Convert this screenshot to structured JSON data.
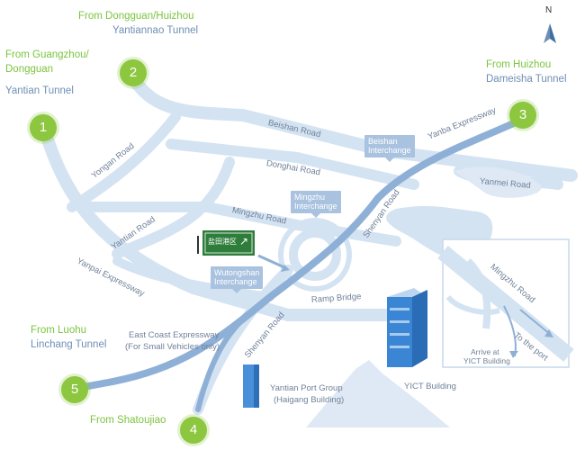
{
  "compass": {
    "label": "N"
  },
  "entries": [
    {
      "number": "1",
      "line1": "From Guangzhou/",
      "line2": "Dongguan",
      "tunnel": "Yantian Tunnel"
    },
    {
      "number": "2",
      "line1": "From Dongguan/Huizhou",
      "tunnel": "Yantiannao Tunnel"
    },
    {
      "number": "3",
      "line1": "From Huizhou",
      "tunnel": "Dameisha Tunnel"
    },
    {
      "number": "4",
      "line1": "From Shatoujiao"
    },
    {
      "number": "5",
      "line1": "From Luohu",
      "tunnel": "Linchang Tunnel"
    }
  ],
  "roads": {
    "beishan": "Beishan Road",
    "donghai": "Donghai Road",
    "yongan": "Yongan Road",
    "yanba": "Yanba Expressway",
    "yanmei": "Yanmei Road",
    "mingzhu": "Mingzhu Road",
    "yantian": "Yantian Road",
    "shenyan_upper": "Shenyan Road",
    "yanpai": "Yanpai Expressway",
    "ramp": "Ramp Bridge",
    "shenyan_lower": "Shenyan Road",
    "east_coast_1": "East Coast Expressway",
    "east_coast_2": "(For Small Vehicles only)"
  },
  "interchanges": {
    "beishan": {
      "line1": "Beishan",
      "line2": "Interchange"
    },
    "mingzhu": {
      "line1": "Mingzhu",
      "line2": "Interchange"
    },
    "wutongshan": {
      "line1": "Wutongshan",
      "line2": "Interchange"
    }
  },
  "buildings": {
    "port_group_1": "Yantian Port Group",
    "port_group_2": "(Haigang Building)",
    "yict": "YICT Building"
  },
  "inset": {
    "road": "Mingzhu Road",
    "to_port": "To the port",
    "arrive_1": "Arrive at",
    "arrive_2": "YICT Building"
  },
  "sign": {
    "text": "盐田港区"
  },
  "colors": {
    "green": "#8dc63f",
    "road": "#cfe0f0",
    "highway": "#8fb0d6",
    "label_blue": "#6e8fb4"
  }
}
